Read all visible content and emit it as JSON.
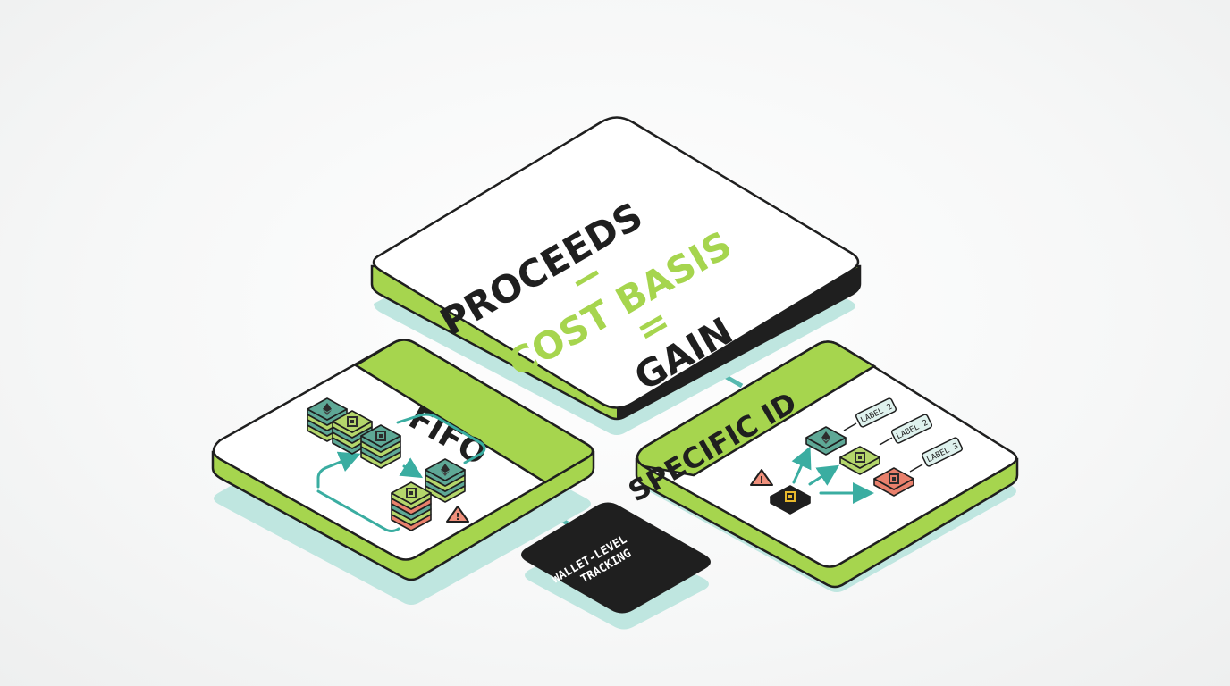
{
  "colors": {
    "lime": "#a6d54e",
    "lime_dark": "#8fbc3c",
    "teal": "#3aada1",
    "teal_shadow": "#bfe6e0",
    "ink": "#1f1f1f",
    "card": "#ffffff",
    "coral": "#e9806c",
    "coin_teal": "#5ea896",
    "coin_lime": "#b4d66b",
    "warn": "#f0907c"
  },
  "formula": {
    "proceeds": "PROCEEDS",
    "minus": "−",
    "cost_basis": "COST BASIS",
    "equals": "=",
    "gain": "GAIN"
  },
  "fifo": {
    "title": "FIFO"
  },
  "specific": {
    "title": "SPECIFIC ID",
    "labels": [
      "LABEL 2",
      "LABEL 2",
      "LABEL 3"
    ]
  },
  "wallet": {
    "line1": "WALLET-LEVEL",
    "line2": "TRACKING"
  },
  "icons": {
    "eth": "ethereum-diamond-icon",
    "bnb": "binance-coin-icon",
    "warning": "warning-triangle-icon",
    "arrow": "arrow-icon"
  }
}
